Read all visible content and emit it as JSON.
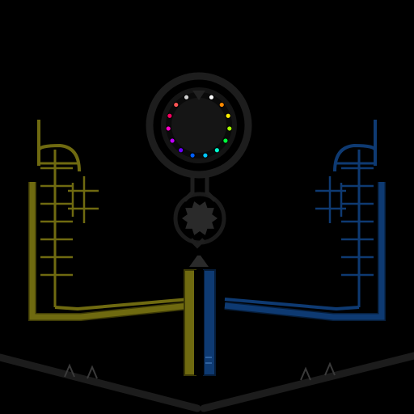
{
  "game": {
    "background": "#000000",
    "players": [
      {
        "side": "left",
        "color": "#6f6a10",
        "edge": "#3d3a06"
      },
      {
        "side": "right",
        "color": "#0e3a72",
        "edge": "#061d3a"
      }
    ],
    "ring": {
      "outer_color": "#1d1d1d",
      "inner_color": "#141414",
      "light_colors": [
        "#ff2a2a",
        "#ffffff",
        "#ff8a00",
        "#ffee00",
        "#a6ff00",
        "#00ff3c",
        "#00ffd0",
        "#00c8ff",
        "#0060ff",
        "#6a00ff",
        "#c000ff",
        "#ff00c8",
        "#ff0060",
        "#ff5555",
        "#d0d0d0"
      ]
    },
    "gear": {
      "color": "#2a2a2a"
    },
    "track_color": "#1c1c1c",
    "center_marks": {
      "count": 2,
      "color": "#3a6fb0"
    }
  }
}
